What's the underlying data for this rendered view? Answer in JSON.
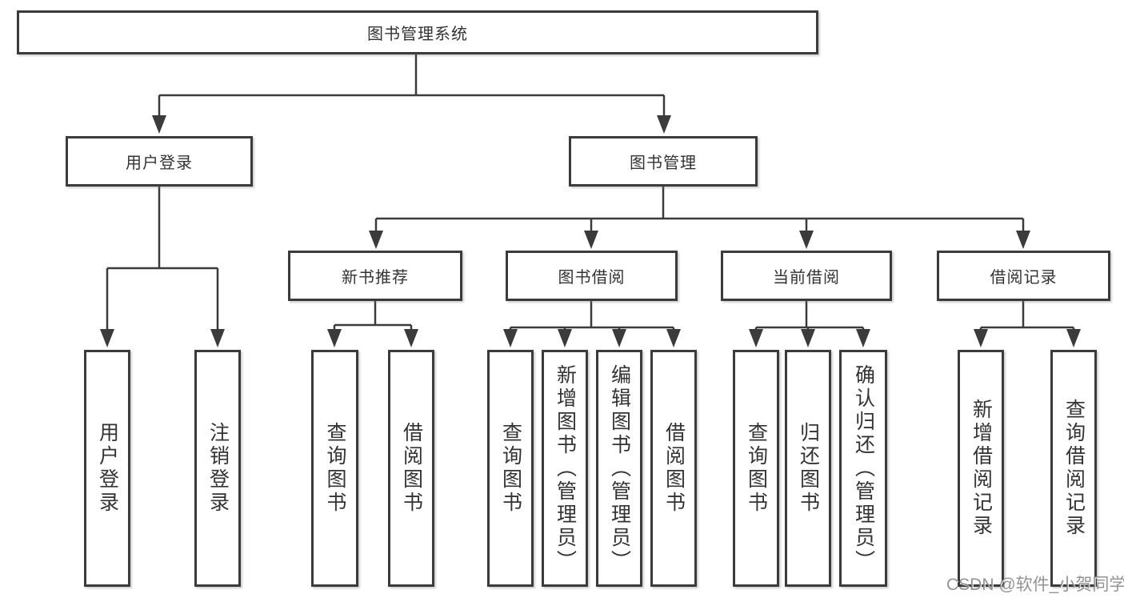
{
  "watermark": "CSDN @软件_小贺同学",
  "colors": {
    "line": "#3b3b3b",
    "box_border": "#3b3b3b",
    "text": "#333333",
    "background": "#ffffff",
    "watermark": "#808080"
  },
  "tree": {
    "root": "图书管理系统",
    "groups": [
      {
        "label": "用户登录",
        "children": [
          "用户登录",
          "注销登录"
        ]
      },
      {
        "label": "图书管理",
        "sections": [
          {
            "label": "新书推荐",
            "children": [
              "查询图书",
              "借阅图书"
            ]
          },
          {
            "label": "图书借阅",
            "children": [
              "查询图书",
              "新增图书（管理员）",
              "编辑图书（管理员）",
              "借阅图书"
            ]
          },
          {
            "label": "当前借阅",
            "children": [
              "查询图书",
              "归还图书",
              "确认归还（管理员）"
            ]
          },
          {
            "label": "借阅记录",
            "children": [
              "新增借阅记录",
              "查询借阅记录"
            ]
          }
        ]
      }
    ]
  }
}
